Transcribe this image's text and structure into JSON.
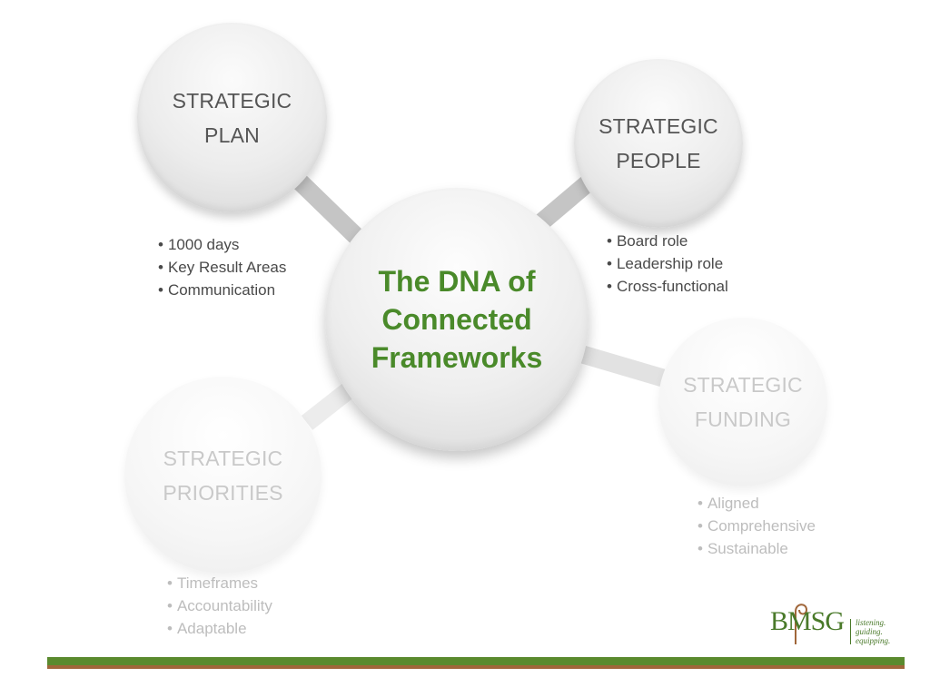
{
  "center": {
    "title_lines": [
      "The DNA of",
      "Connected",
      "Frameworks"
    ],
    "color": "#4a8a2a"
  },
  "nodes": {
    "plan": {
      "lines": [
        "STRATEGIC",
        "PLAN"
      ],
      "bullets": [
        "1000 days",
        "Key Result Areas",
        "Communication"
      ]
    },
    "people": {
      "lines": [
        "STRATEGIC",
        "PEOPLE"
      ],
      "bullets": [
        "Board role",
        "Leadership role",
        "Cross-functional"
      ]
    },
    "funding": {
      "lines": [
        "STRATEGIC",
        "FUNDING"
      ],
      "bullets": [
        "Aligned",
        "Comprehensive",
        "Sustainable"
      ]
    },
    "priorities": {
      "lines": [
        "STRATEGIC",
        "PRIORITIES"
      ],
      "bullets": [
        "Timeframes",
        "Accountability",
        "Adaptable"
      ]
    }
  },
  "logo": {
    "mark": "BMSG",
    "tagline": [
      "listening.",
      "guiding.",
      "equipping."
    ],
    "icon": "shepherd-staff-icon"
  },
  "colors": {
    "accent_green": "#4a8a2a",
    "footer_green": "#5a8a2e",
    "footer_brown": "#a0663a"
  }
}
